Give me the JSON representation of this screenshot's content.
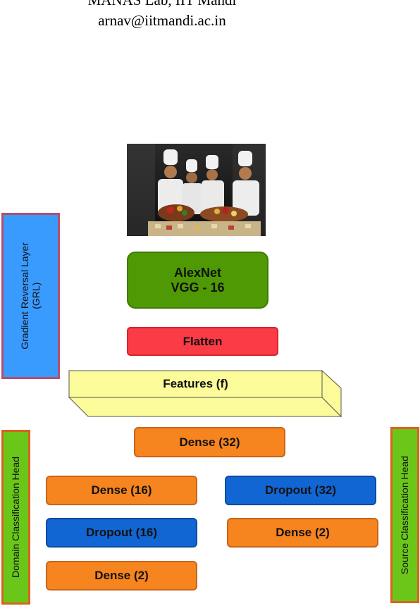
{
  "header": {
    "affiliation": "MANAS Lab, IIT Mandi",
    "email": "arnav@iitmandi.ac.in"
  },
  "diagram": {
    "backbone": {
      "line1": "AlexNet",
      "line2": "VGG - 16"
    },
    "flatten": "Flatten",
    "features": "Features (f)",
    "dense_shared": "Dense (32)",
    "domain_head": {
      "title": "Domain Classification Head",
      "layers": [
        "Dense (16)",
        "Dropout (16)",
        "Dense (2)"
      ]
    },
    "source_head": {
      "title": "Source Classification Head",
      "layers": [
        "Dropout (32)",
        "Dense (2)"
      ]
    },
    "grl": {
      "line1": "Gradient Reversal Layer",
      "line2": "(GRL)"
    }
  },
  "colors": {
    "backbone": "#4f9a04",
    "flatten": "#fb3b45",
    "features": "#fbfb9a",
    "dense": "#f6841f",
    "dropout": "#1166d3",
    "grl": "#3a9bff",
    "grl_border": "#b64d6f",
    "head": "#6ac71a",
    "head_border": "#d9631e"
  },
  "photo": {
    "icon": "chefs-photo"
  }
}
